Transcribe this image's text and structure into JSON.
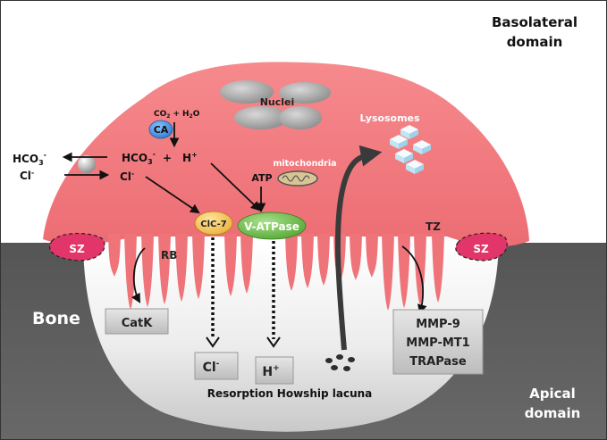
{
  "domains": {
    "basolateral": [
      "Basolateral",
      "domain"
    ],
    "apical": [
      "Apical",
      "domain"
    ],
    "bone": "Bone"
  },
  "organelles": {
    "nuclei": "Nuclei",
    "lysosomes": "Lysosomes",
    "mitochondria": "mitochondria"
  },
  "enzymes": {
    "ca": "CA",
    "clc7": "ClC-7",
    "vatpase": "V-ATPase"
  },
  "reaction": {
    "co2": "CO",
    "co2_sub": "2",
    "plus": "+",
    "h2o": "H",
    "h2o_sub": "2",
    "h2o_tail": "O"
  },
  "ions": {
    "hco3_out": "HCO",
    "hco3_sub": "3",
    "hco3_sup": "-",
    "cl_out": "Cl",
    "cl_sup": "-",
    "hco3_in": "HCO",
    "plus": "+",
    "h_in": "H",
    "h_sup": "+",
    "cl_in": "Cl",
    "atp": "ATP"
  },
  "zones": {
    "sz_left": "SZ",
    "sz_right": "SZ",
    "rb": "RB",
    "tz": "TZ"
  },
  "boxes": {
    "catk": "CatK",
    "cl": "Cl",
    "cl_sup": "-",
    "h": "H",
    "h_sup": "+",
    "secreted": [
      "MMP-9",
      "MMP-MT1",
      "TRAPase"
    ]
  },
  "lacuna": "Resorption Howship lacuna",
  "colors": {
    "cell": "#f07c80",
    "bone": "#5a5a5a",
    "lacuna": "#eaeaea",
    "sz": "#e2356a",
    "ca": "#3f8fd8",
    "clc7": "#f3c34a",
    "vatpase": "#5cb33a"
  }
}
